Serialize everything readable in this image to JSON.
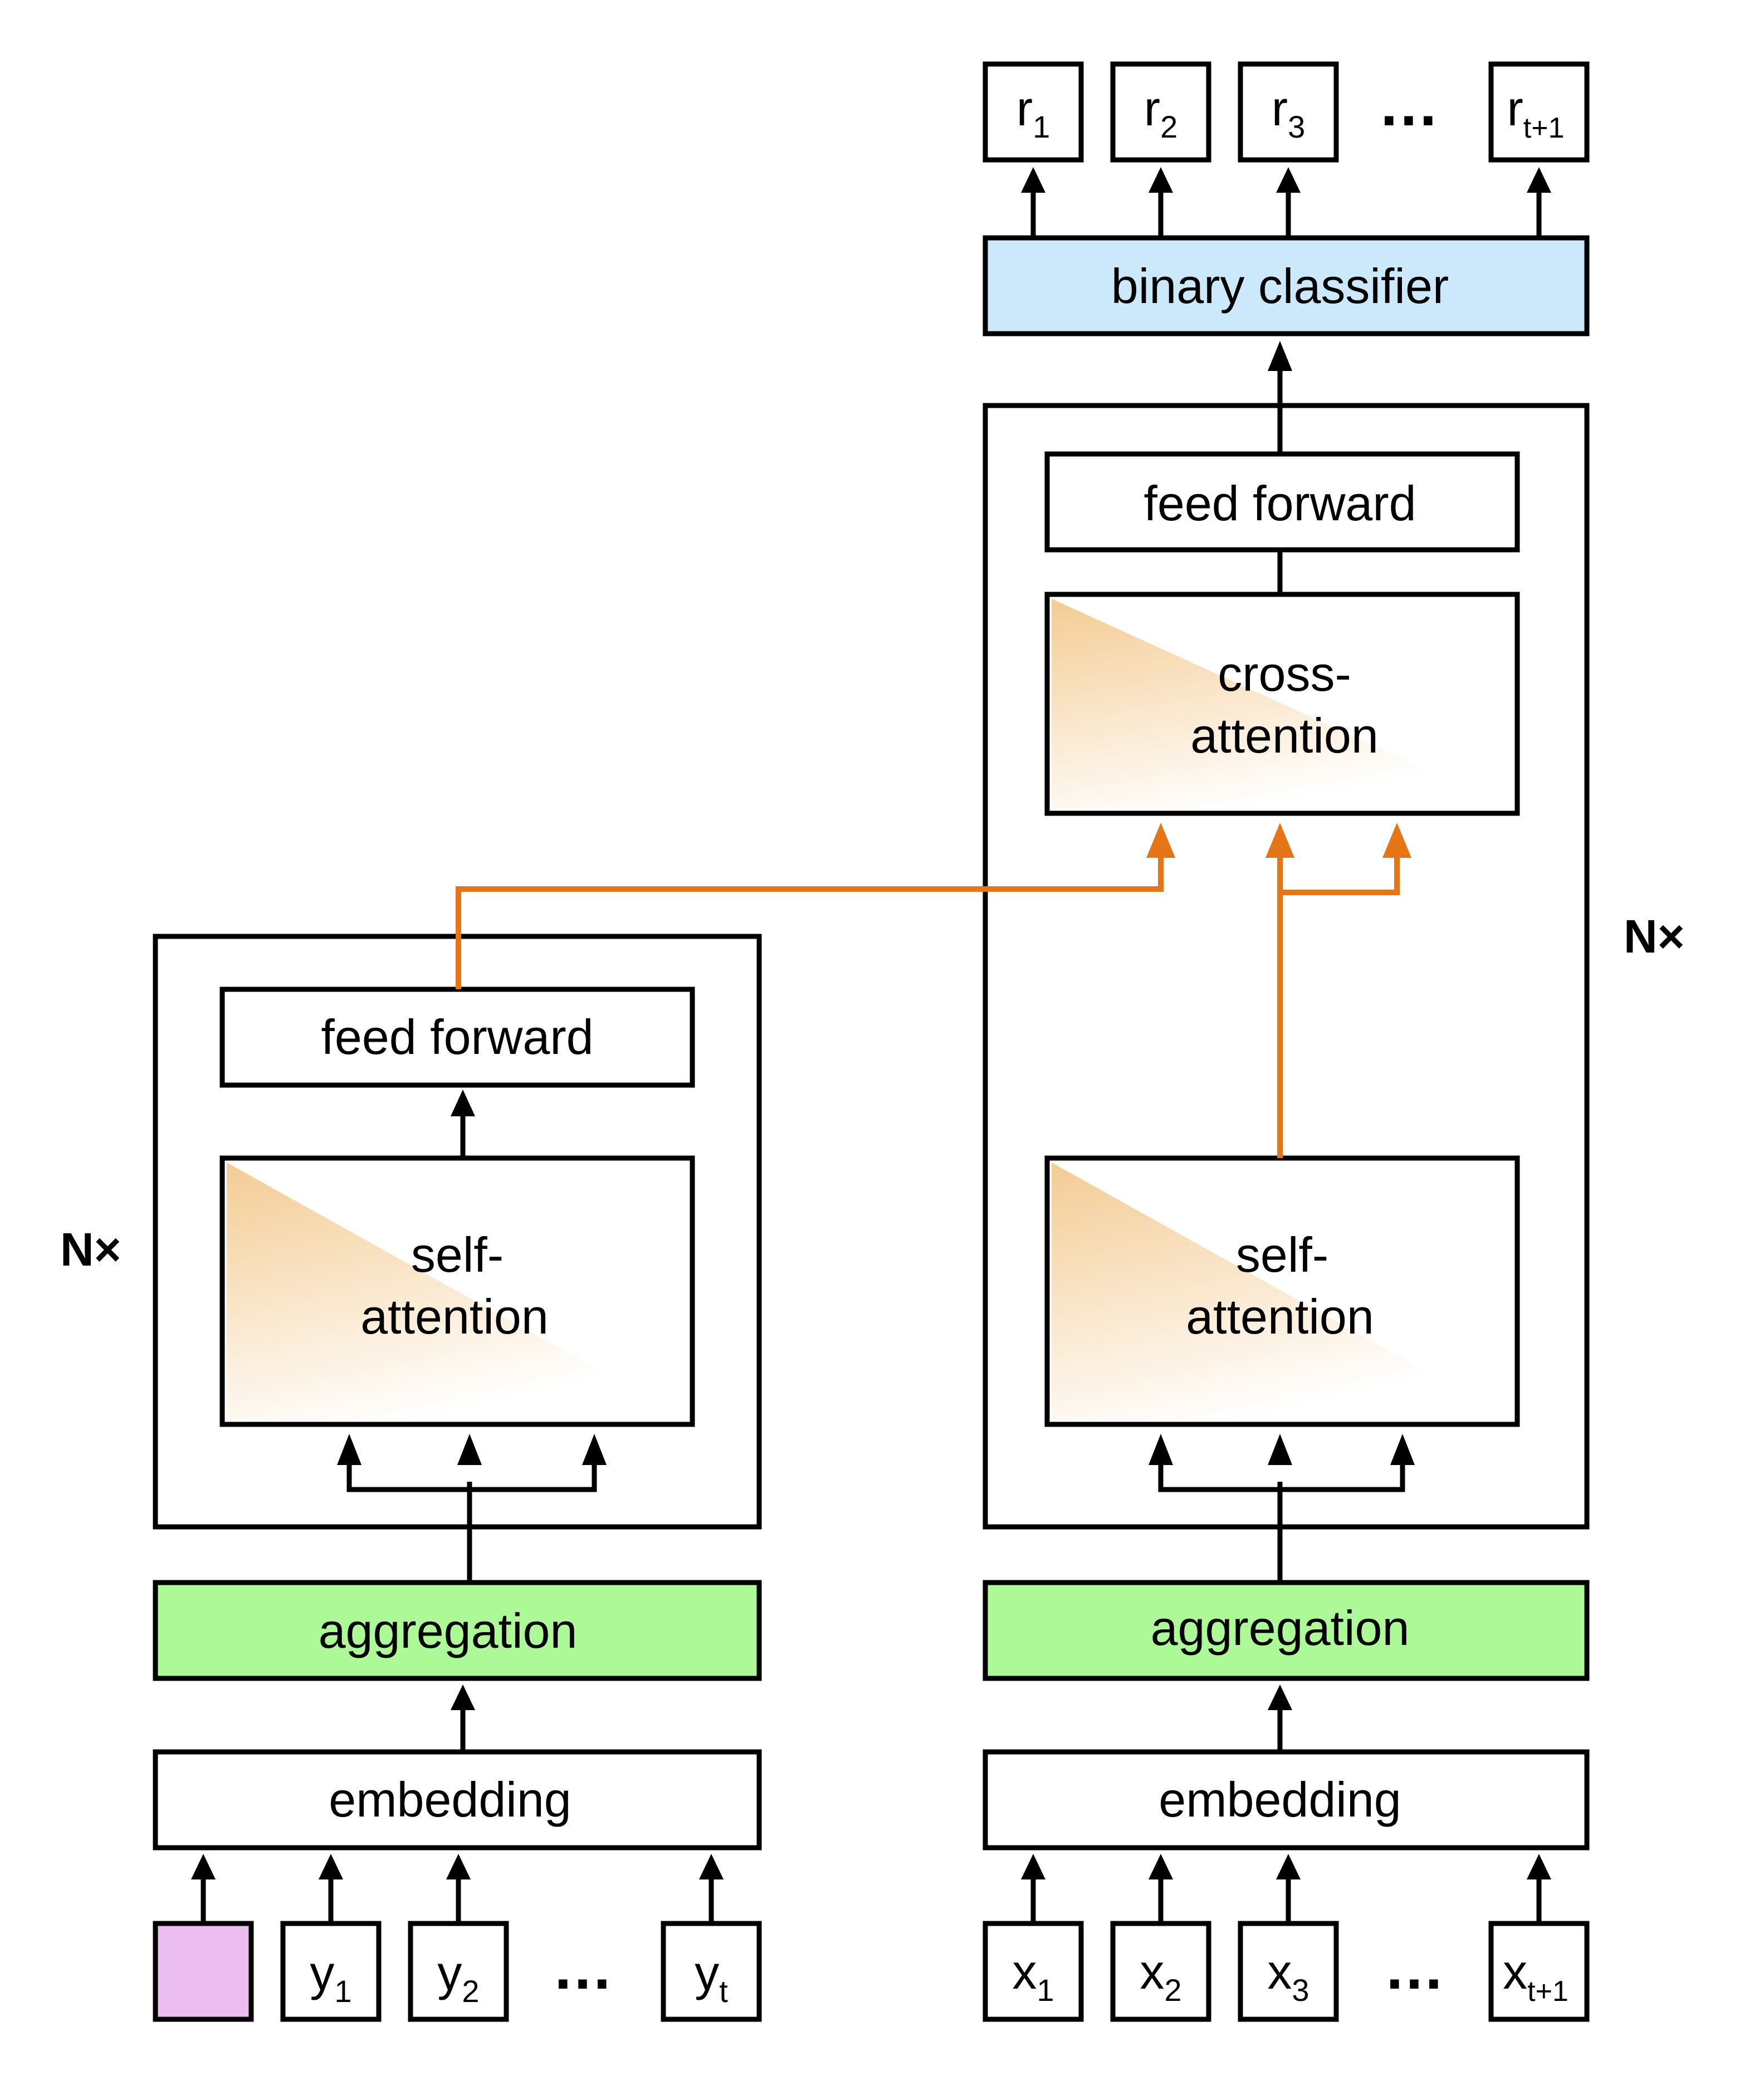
{
  "colors": {
    "stroke": "#000000",
    "orange_flow": "#e57516",
    "classifier_fill": "#cce9fb",
    "aggregation_fill": "#adf998",
    "start_token_fill": "#eabdee",
    "attention_gradient": "#f3c98e",
    "background": "#ffffff"
  },
  "left_tower": {
    "repeat_label": "N×",
    "feed_forward": "feed forward",
    "self_attention": [
      "self-",
      "attention"
    ],
    "aggregation": "aggregation",
    "embedding": "embedding",
    "inputs": [
      {
        "base": "",
        "sub": "",
        "kind": "start-token"
      },
      {
        "base": "y",
        "sub": "1"
      },
      {
        "base": "y",
        "sub": "2"
      },
      {
        "ellipsis": "…"
      },
      {
        "base": "y",
        "sub": "t"
      }
    ]
  },
  "right_tower": {
    "repeat_label": "N×",
    "feed_forward": "feed forward",
    "cross_attention": [
      "cross-",
      "attention"
    ],
    "self_attention": [
      "self-",
      "attention"
    ],
    "aggregation": "aggregation",
    "embedding": "embedding",
    "classifier": "binary classifier",
    "inputs": [
      {
        "base": "x",
        "sub": "1"
      },
      {
        "base": "x",
        "sub": "2"
      },
      {
        "base": "x",
        "sub": "3"
      },
      {
        "ellipsis": "…"
      },
      {
        "base": "x",
        "sub": "t+1"
      }
    ],
    "outputs": [
      {
        "base": "r",
        "sub": "1"
      },
      {
        "base": "r",
        "sub": "2"
      },
      {
        "base": "r",
        "sub": "3"
      },
      {
        "ellipsis": "…"
      },
      {
        "base": "r",
        "sub": "t+1"
      }
    ]
  }
}
